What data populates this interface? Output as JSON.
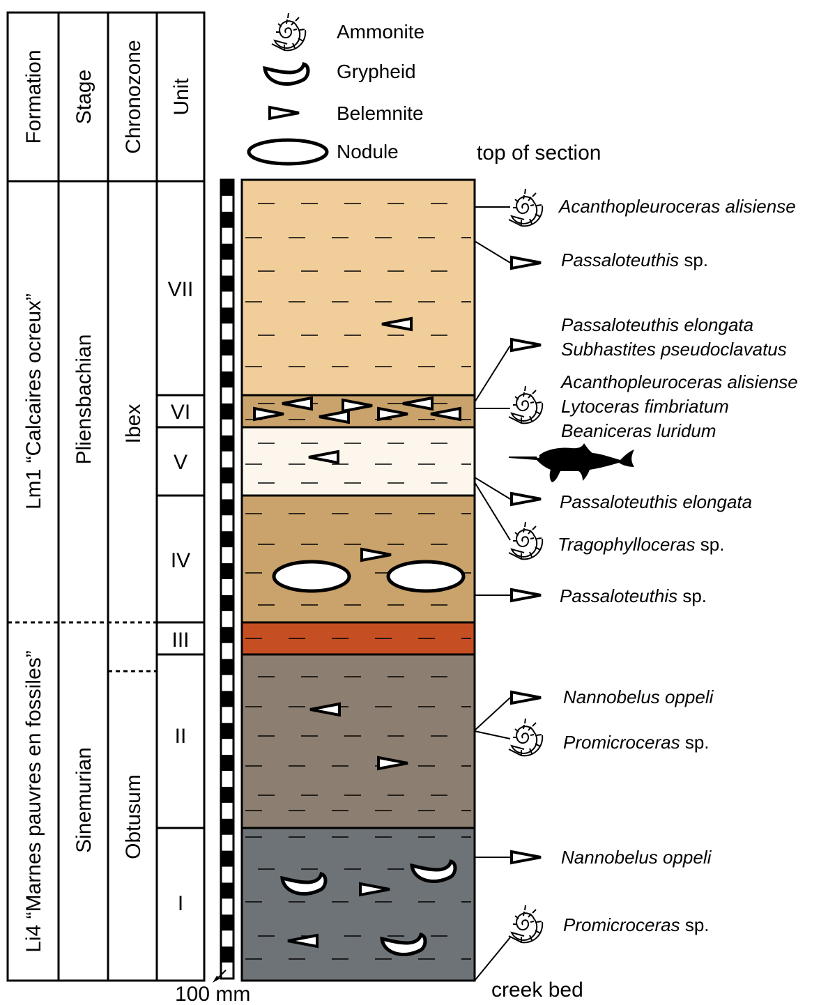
{
  "columns": {
    "formation": "Formation",
    "stage": "Stage",
    "chronozone": "Chronozone",
    "unit": "Unit"
  },
  "formations": {
    "upper": "Lm1 “Calcaires ocreux”",
    "lower": "Li4 “Marnes pauvres en fossiles”"
  },
  "stages": {
    "upper": "Pliensbachian",
    "lower": "Sinemurian"
  },
  "chronozones": {
    "upper": "Ibex",
    "lower": "Obtusum"
  },
  "units": [
    "VII",
    "VI",
    "V",
    "IV",
    "III",
    "II",
    "I"
  ],
  "legend": {
    "ammonite": "Ammonite",
    "grypheid": "Grypheid",
    "belemnite": "Belemnite",
    "nodule": "Nodule"
  },
  "section": {
    "top": "top of section",
    "bottom": "creek bed",
    "scale": "100 mm"
  },
  "colors": {
    "unit_VII": "#f0cd99",
    "unit_VI": "#c9a36b",
    "unit_V": "#fdf6ec",
    "unit_IV": "#c9a36b",
    "unit_III": "#c54f22",
    "unit_II": "#8c7e70",
    "unit_I": "#6e7378"
  },
  "fossil_labels": {
    "f1": {
      "name": "Acanthopleuroceras alisiense",
      "suffix": "",
      "icon": "ammonite-icon"
    },
    "f2": {
      "name": "Passaloteuthis",
      "suffix": " sp.",
      "icon": "belemnite-icon"
    },
    "f3": {
      "name": "Passaloteuthis elongata",
      "suffix": "",
      "icon": "belemnite-icon"
    },
    "f4": {
      "name": "Subhastites pseudoclavatus",
      "suffix": "",
      "icon": ""
    },
    "f5": {
      "name": "Acanthopleuroceras alisiense",
      "suffix": "",
      "icon": "ammonite-icon"
    },
    "f6": {
      "name": "Lytoceras fimbriatum",
      "suffix": "",
      "icon": ""
    },
    "f7": {
      "name": "Beaniceras luridum",
      "suffix": "",
      "icon": ""
    },
    "f8": {
      "name": "Passaloteuthis elongata",
      "suffix": "",
      "icon": "belemnite-icon"
    },
    "f9": {
      "name": "Tragophylloceras",
      "suffix": " sp.",
      "icon": "ammonite-icon"
    },
    "f10": {
      "name": "Passaloteuthis",
      "suffix": " sp.",
      "icon": "belemnite-icon"
    },
    "f11": {
      "name": "Nannobelus oppeli",
      "suffix": "",
      "icon": "belemnite-icon"
    },
    "f12": {
      "name": "Promicroceras",
      "suffix": " sp.",
      "icon": "ammonite-icon"
    },
    "f13": {
      "name": "Nannobelus oppeli",
      "suffix": "",
      "icon": "belemnite-icon"
    },
    "f14": {
      "name": "Promicroceras",
      "suffix": " sp.",
      "icon": "ammonite-icon"
    }
  }
}
